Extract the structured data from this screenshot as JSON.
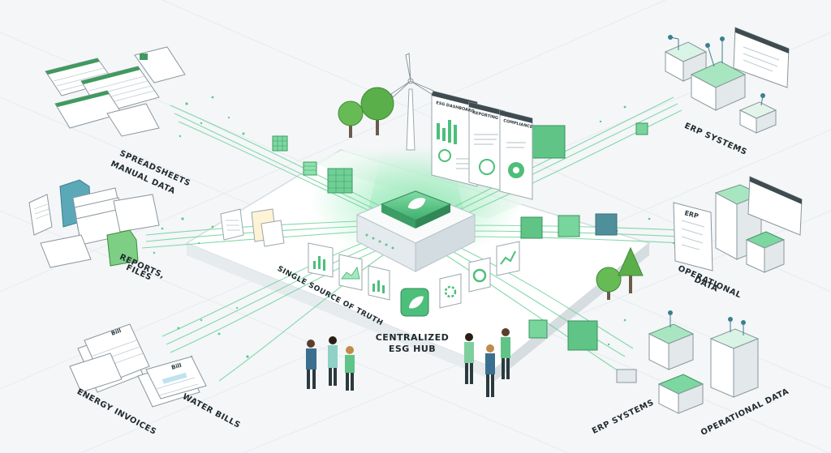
{
  "sources": {
    "spreadsheets_line1": "SPREADSHEETS",
    "spreadsheets_line2": "MANUAL DATA",
    "reports_line1": "REPORTS,",
    "reports_line2": "FILES",
    "energy_invoices": "ENERGY INVOICES",
    "water_bills": "WATER BILLS",
    "bill_doc_text": "Bill",
    "bill_doc_text2": "Bill"
  },
  "targets": {
    "erp_systems_top": "ERP SYSTEMS",
    "operational_line1": "OPERATIONAL",
    "operational_line2": "DATA",
    "erp_systems_bottom": "ERP SYSTEMS",
    "operational_data_bottom": "OPERATIONAL DATA",
    "erp_doc_text": "ERP"
  },
  "hub": {
    "line1": "CENTRALIZED",
    "line2": "ESG HUB",
    "tagline": "SINGLE SOURCE OF TRUTH"
  },
  "dashboard": {
    "tab1": "ESG DASHBOARD",
    "tab2": "REPORTING",
    "tab3": "COMPLIANCE"
  },
  "colors": {
    "accent": "#4cbf7a",
    "accent_dark": "#2e8b57",
    "accent_light": "#a8e6c1",
    "line": "#6fd39b",
    "platform": "#ffffff",
    "background": "#f4f6f8"
  }
}
